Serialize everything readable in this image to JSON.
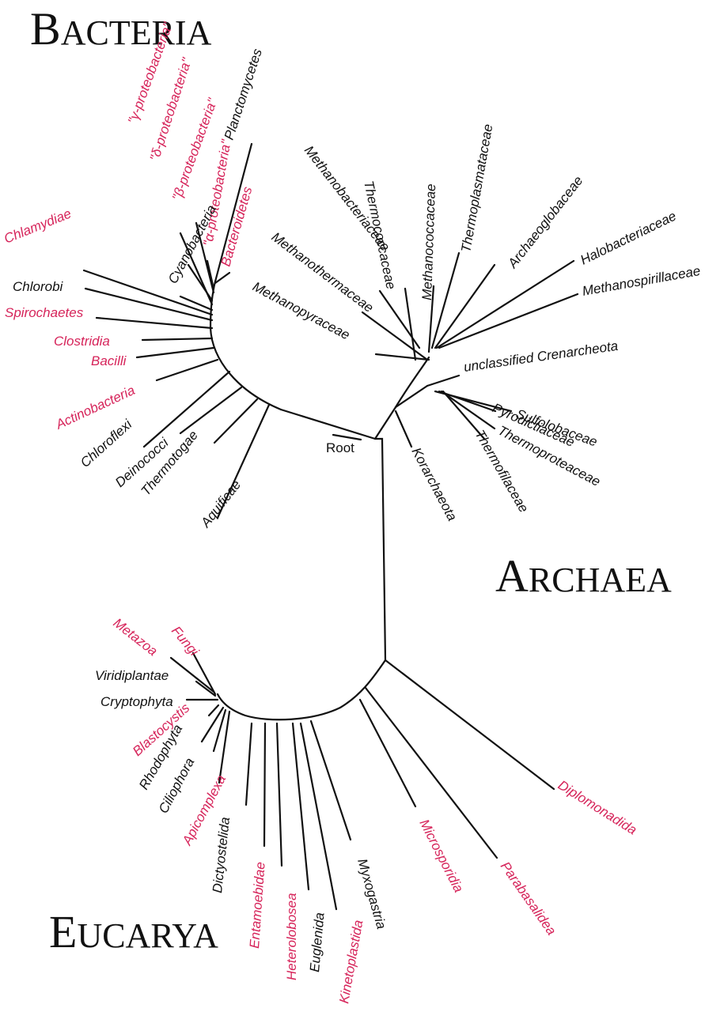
{
  "colors": {
    "black": "#111111",
    "highlight": "#d6245a"
  },
  "domains": {
    "bacteria": {
      "first": "B",
      "rest": "ACTERIA"
    },
    "archaea": {
      "first": "A",
      "rest": "RCHAEA"
    },
    "eucarya": {
      "first": "E",
      "rest": "UCARYA"
    }
  },
  "root_label": "Root",
  "bacteria_taxa": [
    {
      "label": "Planctomycetes",
      "color": "black"
    },
    {
      "label": "\"β-proteobacteria\"",
      "color": "highlight"
    },
    {
      "label": "\"γ-proteobacteria\"",
      "color": "highlight"
    },
    {
      "label": "\"α-proteobacteria\"",
      "color": "highlight"
    },
    {
      "label": "\"δ-proteobacteria\"",
      "color": "highlight"
    },
    {
      "label": "Bacteroidetes",
      "color": "highlight"
    },
    {
      "label": "Cyanobacteria",
      "color": "black"
    },
    {
      "label": "Chlamydiae",
      "color": "highlight"
    },
    {
      "label": "Chlorobi",
      "color": "black"
    },
    {
      "label": "Spirochaetes",
      "color": "highlight"
    },
    {
      "label": "Clostridia",
      "color": "highlight"
    },
    {
      "label": "Bacilli",
      "color": "highlight"
    },
    {
      "label": "Actinobacteria",
      "color": "highlight"
    },
    {
      "label": "Chloroflexi",
      "color": "black"
    },
    {
      "label": "Deinococci",
      "color": "black"
    },
    {
      "label": "Thermotogae",
      "color": "black"
    },
    {
      "label": "Aquificae",
      "color": "black"
    }
  ],
  "archaea_taxa": [
    {
      "label": "Methanobacteriaceae",
      "color": "black"
    },
    {
      "label": "Thermococcaceae",
      "color": "black"
    },
    {
      "label": "Methanococcaceae",
      "color": "black"
    },
    {
      "label": "Thermoplasmataceae",
      "color": "black"
    },
    {
      "label": "Archaeoglobaceae",
      "color": "black"
    },
    {
      "label": "Halobacteriaceae",
      "color": "black"
    },
    {
      "label": "Methanospirillaceae",
      "color": "black"
    },
    {
      "label": "Methanothermaceae",
      "color": "black"
    },
    {
      "label": "Methanopyraceae",
      "color": "black"
    },
    {
      "label": "unclassified Crenarcheota",
      "color": "black"
    },
    {
      "label": "Sulfolobaceae",
      "color": "black"
    },
    {
      "label": "Pyrodictiaceae",
      "color": "black"
    },
    {
      "label": "Thermoproteaceae",
      "color": "black"
    },
    {
      "label": "Thermofilaceae",
      "color": "black"
    },
    {
      "label": "Korarchaeota",
      "color": "black"
    }
  ],
  "eucarya_taxa": [
    {
      "label": "Metazoa",
      "color": "highlight"
    },
    {
      "label": "Fungi",
      "color": "highlight"
    },
    {
      "label": "Viridiplantae",
      "color": "black"
    },
    {
      "label": "Cryptophyta",
      "color": "black"
    },
    {
      "label": "Blastocystis",
      "color": "highlight"
    },
    {
      "label": "Rhodophyta",
      "color": "black"
    },
    {
      "label": "Ciliophora",
      "color": "black"
    },
    {
      "label": "Apicomplexa",
      "color": "highlight"
    },
    {
      "label": "Dictyostelida",
      "color": "black"
    },
    {
      "label": "Entamoebidae",
      "color": "highlight"
    },
    {
      "label": "Heterolobosea",
      "color": "highlight"
    },
    {
      "label": "Euglenida",
      "color": "black"
    },
    {
      "label": "Kinetoplastida",
      "color": "highlight"
    },
    {
      "label": "Myxogastria",
      "color": "black"
    },
    {
      "label": "Microsporidia",
      "color": "highlight"
    },
    {
      "label": "Parabasalidea",
      "color": "highlight"
    },
    {
      "label": "Diplomonadida",
      "color": "highlight"
    }
  ]
}
